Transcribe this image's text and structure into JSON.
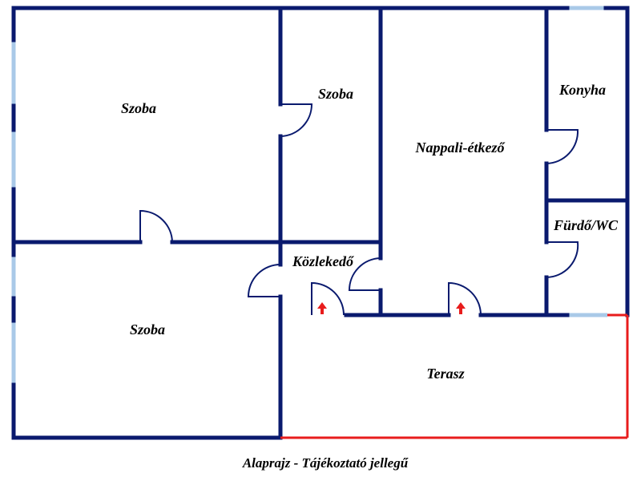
{
  "plan": {
    "rooms": {
      "bedroom_top_left": "Szoba",
      "bedroom_top_middle": "Szoba",
      "bedroom_bottom_left": "Szoba",
      "living_dining": "Nappali-étkező",
      "kitchen": "Konyha",
      "bathroom": "Fürdő/WC",
      "hallway": "Közlekedő",
      "terrace": "Terasz"
    },
    "caption": "Alaprajz - Tájékoztató jellegű",
    "colors": {
      "wall": "#0a1a6e",
      "window": "#a9c9e8",
      "terrace_edge": "#e81c1c",
      "entry_arrow": "#e81c1c"
    }
  }
}
